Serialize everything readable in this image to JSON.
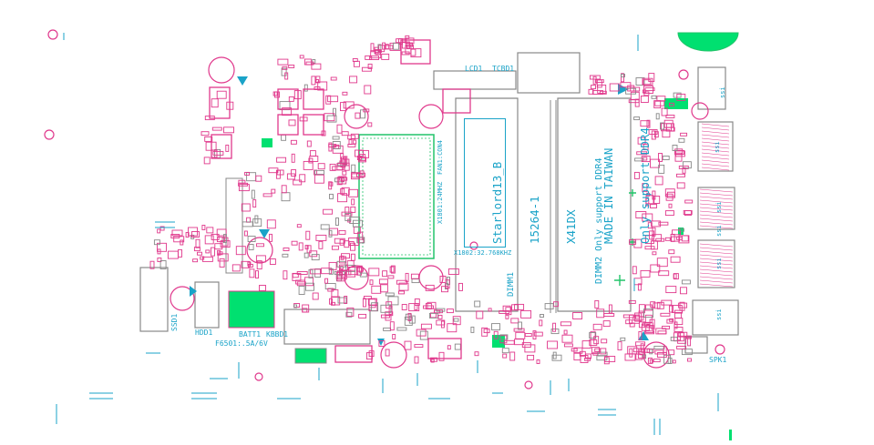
{
  "board": {
    "model_lines": [
      "Starlord13_B",
      "15264-1",
      "X41DX",
      "MADE IN TAIWAN",
      "Only support DDR4"
    ],
    "dimm1_label": "DIMM1",
    "dimm2_label": "DIMM2  Only support DDR4",
    "crystal_1": "X1801:24MHZ",
    "crystal_2": "X1802:32.768KHZ",
    "fuse_rating": "F6501:.5A/6V"
  },
  "connectors": {
    "lcd": "LCD1",
    "tcbd": "TCBD1",
    "fan": "FAN1:CON4",
    "batt": "BATT1",
    "kbbd": "KBBD1",
    "hdd": "HDD1",
    "ssd": "SSD1",
    "spk": "SPK1",
    "io": [
      "ssi",
      "ssi",
      "ssi",
      "ssi",
      "ssi",
      "ssi"
    ]
  },
  "colors": {
    "trace": "#e0388c",
    "copper": "#888888",
    "silk": "#1aa3c8",
    "pad": "#22c46a",
    "paste": "#00e070"
  }
}
